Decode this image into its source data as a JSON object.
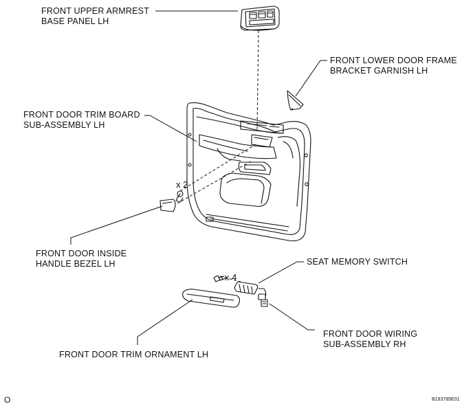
{
  "labels": {
    "armrest_base_panel": [
      "FRONT UPPER ARMREST",
      "BASE PANEL LH"
    ],
    "lower_frame_garnish": [
      "FRONT LOWER DOOR FRAME",
      "BRACKET GARNISH LH"
    ],
    "trim_board": [
      "FRONT DOOR TRIM BOARD",
      "SUB-ASSEMBLY LH"
    ],
    "inside_handle_bezel": [
      "FRONT DOOR INSIDE",
      "HANDLE BEZEL LH"
    ],
    "seat_memory_switch": "SEAT MEMORY SWITCH",
    "wiring_sub_assembly": [
      "FRONT DOOR WIRING",
      "SUB-ASSEMBLY RH"
    ],
    "trim_ornament": "FRONT DOOR TRIM ORNAMENT LH"
  },
  "quantities": {
    "clip_trim_board": "x 2",
    "screw_ornament": "x 4"
  },
  "footer": {
    "left_mark": "O",
    "figure_id": "B193785E01"
  }
}
